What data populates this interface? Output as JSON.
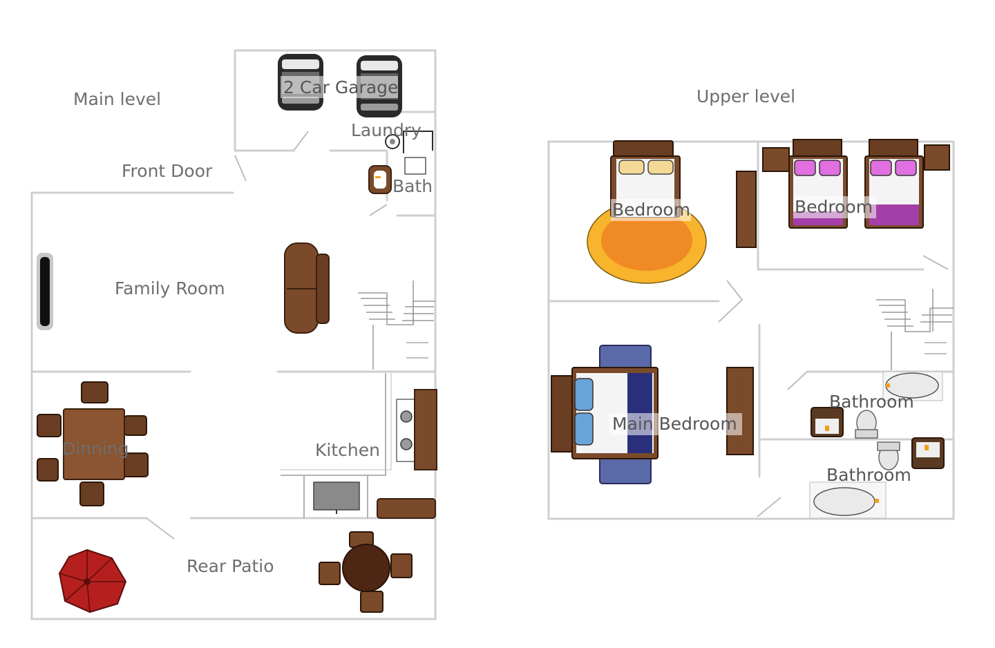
{
  "main_level": {
    "title": "Main level",
    "rooms": {
      "garage": "2 Car Garage",
      "laundry": "Laundry",
      "bath": "Bath",
      "front_door": "Front Door",
      "family_room": "Family Room",
      "dinning": "Dinning",
      "kitchen": "Kitchen",
      "rear_patio": "Rear Patio"
    }
  },
  "upper_level": {
    "title": "Upper level",
    "rooms": {
      "bedroom_1": "Bedroom",
      "bedroom_2": "Bedroom",
      "main_bedroom": "Main Bedroom",
      "bathroom_1": "Bathroom",
      "bathroom_2": "Bathroom"
    }
  },
  "colors": {
    "wall": "#cfcfcf",
    "wood": "#7a4a2a",
    "wood_dark": "#4e2c17",
    "rug_orange": "#f08a24",
    "rug_yellow": "#f7b42c",
    "pillow_yellow": "#f3d995",
    "pillow_pink": "#e06fe0",
    "blanket_purple": "#a43ea8",
    "blanket_navy": "#2a2f7a",
    "throw_blue": "#5a6aa8",
    "pillow_blue": "#6aa3d6",
    "umbrella_red": "#b5201e",
    "car_dark": "#2a2a2a"
  }
}
